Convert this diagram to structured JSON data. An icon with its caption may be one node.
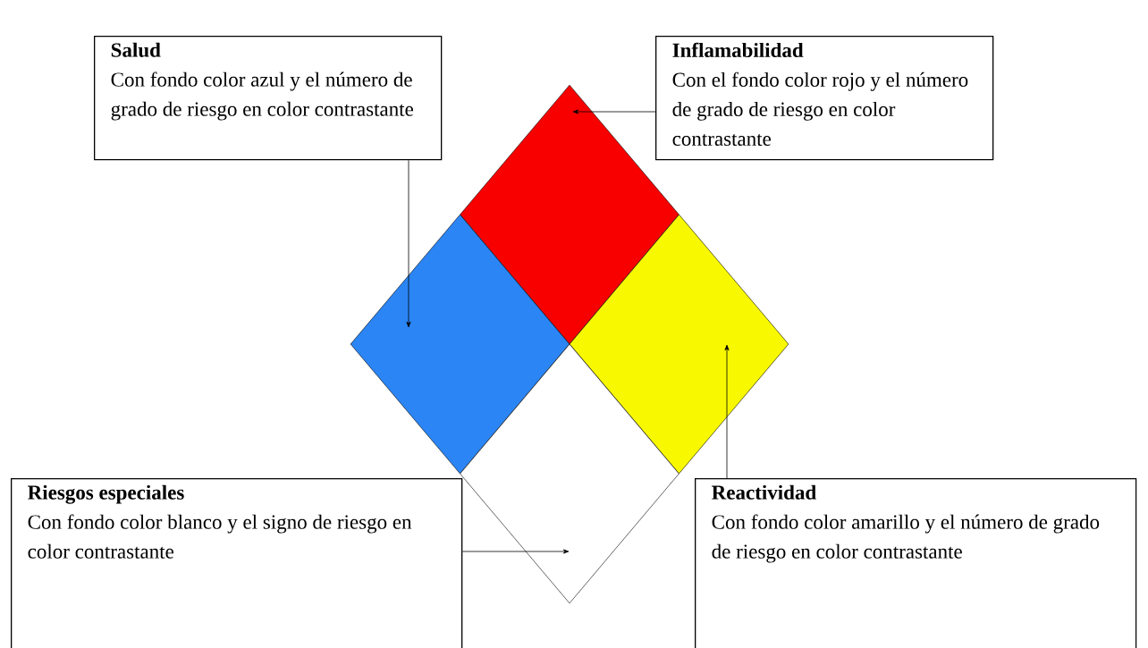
{
  "diagram": {
    "nodes": [
      {
        "text": [
          "Salud",
          "Con fondo color azul y el número de grado de riesgo en color contrastante"
        ]
      },
      {
        "text": [
          "Inflamabilidad",
          "Con el fondo color rojo y el número de grado de riesgo en color contrastante"
        ]
      },
      {
        "text": [],
        "shape": "diamond"
      },
      {
        "text": [],
        "shape": "diamond"
      },
      {
        "text": [],
        "shape": "diamond"
      },
      {
        "text": [],
        "shape": "diamond"
      },
      {
        "text": [
          "Riesgos especiales",
          "Con fondo color blanco y el signo de riesgo en color contrastante"
        ]
      },
      {
        "text": [
          "Reactividad",
          "Con fondo color amarillo y el número de grado de riesgo en color contrastante"
        ]
      }
    ],
    "edges": [
      {
        "from": 0,
        "to": 3,
        "arrow": "to"
      },
      {
        "from": 1,
        "to": 2,
        "arrow": "to"
      },
      {
        "from": 6,
        "to": 5,
        "arrow": "to"
      },
      {
        "from": 7,
        "to": 4,
        "arrow": "to"
      }
    ]
  }
}
